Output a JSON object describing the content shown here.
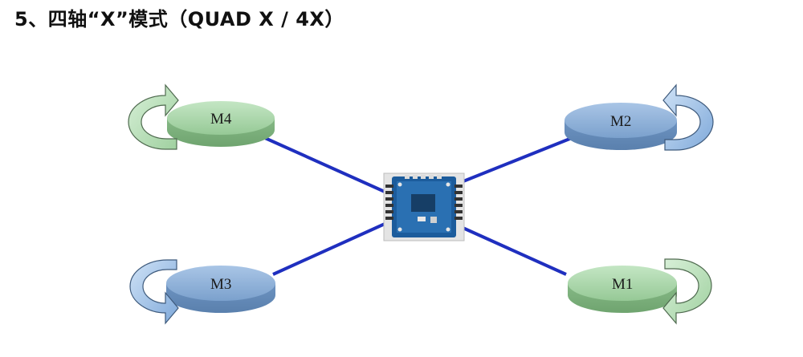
{
  "title": "5、四轴“X”模式（QUAD X / 4X）",
  "motors": [
    {
      "id": "M4",
      "label": "M4",
      "color": "#9ccd9c",
      "rotation": "clockwise"
    },
    {
      "id": "M2",
      "label": "M2",
      "color": "#7fa5cf",
      "rotation": "counter-clockwise"
    },
    {
      "id": "M3",
      "label": "M3",
      "color": "#7fa5cf",
      "rotation": "counter-clockwise"
    },
    {
      "id": "M1",
      "label": "M1",
      "color": "#9ccd9c",
      "rotation": "clockwise"
    }
  ],
  "colors": {
    "arm": "#1f2fbf",
    "board": "#1a5a9a",
    "green_motor": "#9ccd9c",
    "blue_motor": "#7fa5cf"
  }
}
